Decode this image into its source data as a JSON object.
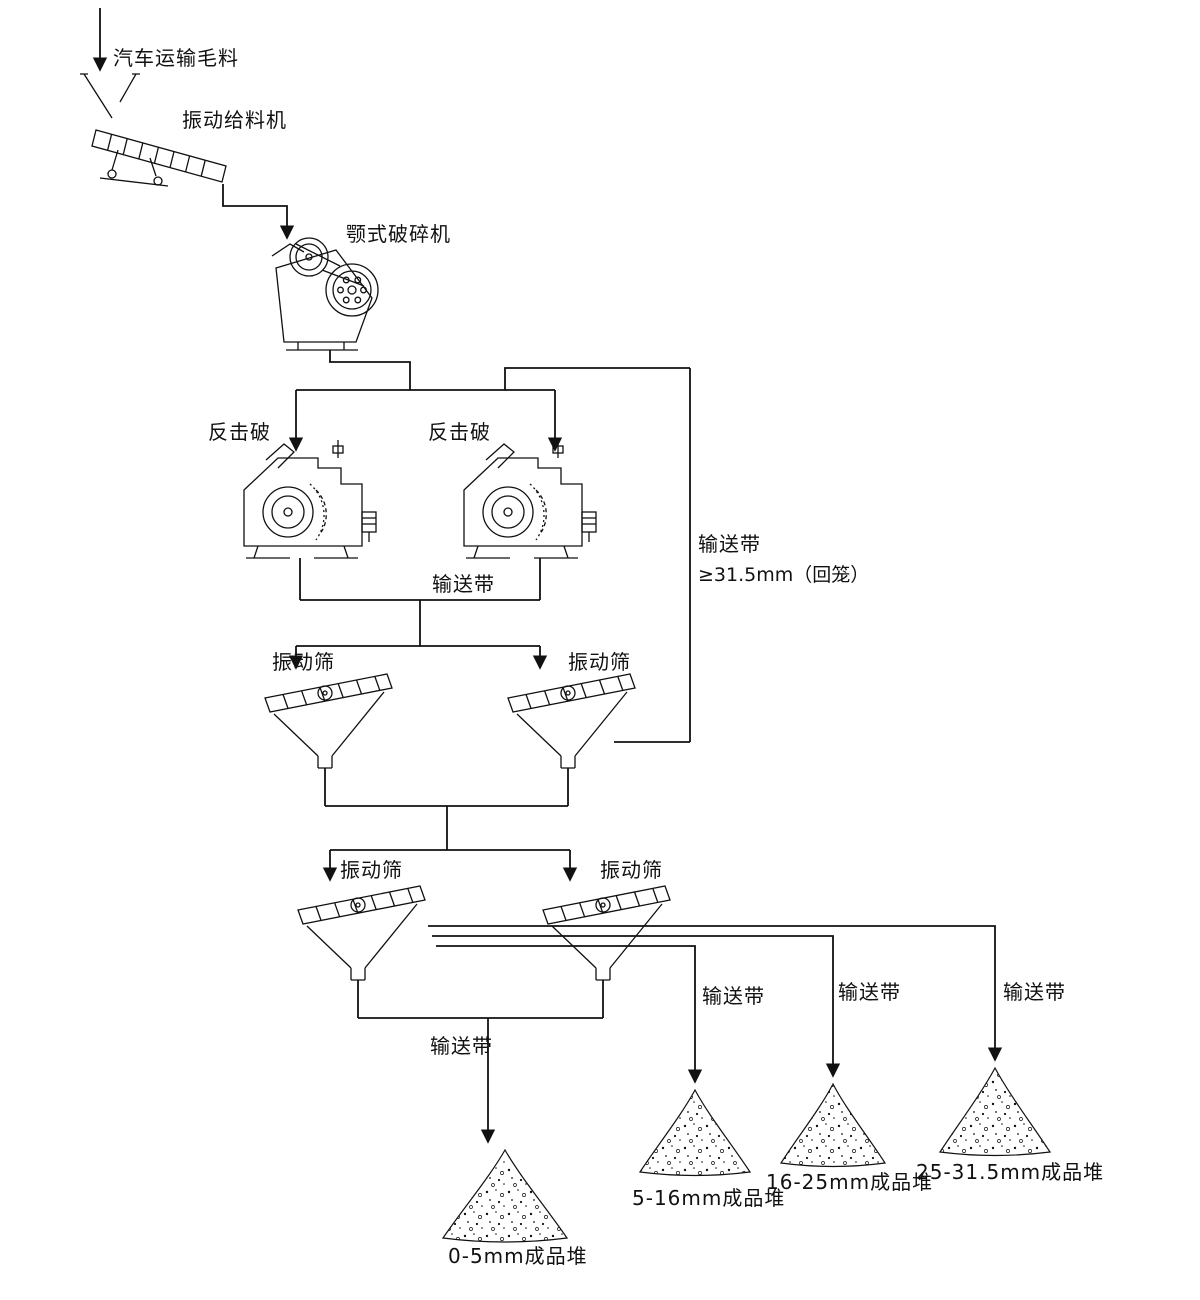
{
  "labels": {
    "raw_feed": "汽车运输毛料",
    "vibrating_feeder": "振动给料机",
    "jaw_crusher": "颚式破碎机",
    "impact_crusher_left": "反击破",
    "impact_crusher_right": "反击破",
    "conveyor_after_crushers": "输送带",
    "return_conveyor": "输送带",
    "return_size_note": "≥31.5mm（回笼）",
    "screen_row1_left": "振动筛",
    "screen_row1_right": "振动筛",
    "screen_row2_left": "振动筛",
    "screen_row2_right": "振动筛",
    "conveyor_pile_0_5": "输送带",
    "conveyor_pile_5_16": "输送带",
    "conveyor_pile_16_25": "输送带",
    "conveyor_pile_25_31_5": "输送带",
    "pile_0_5": "0-5mm成品堆",
    "pile_5_16": "5-16mm成品堆",
    "pile_16_25": "16-25mm成品堆",
    "pile_25_31_5": "25-31.5mm成品堆"
  },
  "colors": {
    "line": "#111111",
    "background": "#ffffff"
  }
}
